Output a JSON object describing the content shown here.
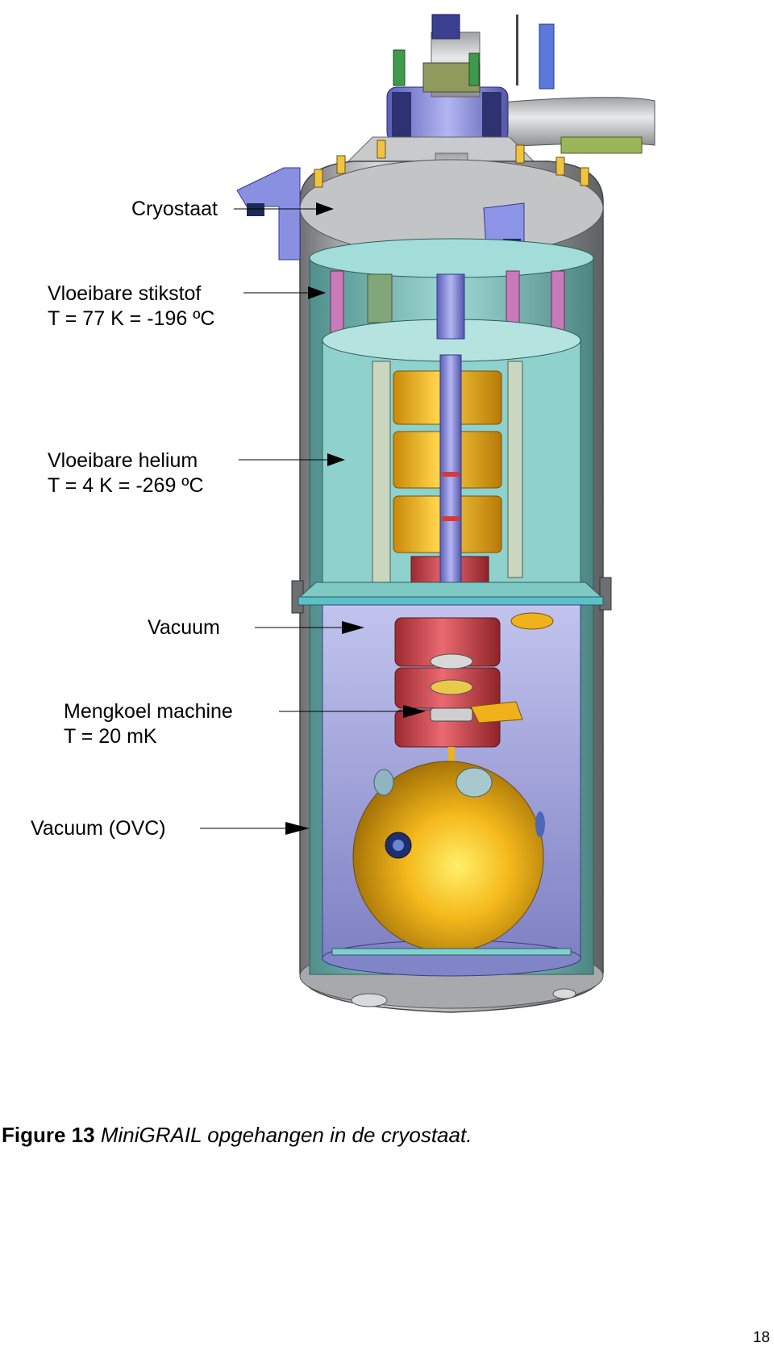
{
  "labels": {
    "cryostat": "Cryostaat",
    "nitrogen_name": "Vloeibare stikstof",
    "nitrogen_temp": "T = 77 K  = -196 ºC",
    "helium_name": "Vloeibare helium",
    "helium_temp": "T = 4 K  = -269 ºC",
    "vacuum": "Vacuum",
    "mixer_name": "Mengkoel machine",
    "mixer_temp": "T = 20 mK",
    "ovc": "Vacuum (OVC)"
  },
  "caption": {
    "number": "Figure 13",
    "text": "MiniGRAIL opgehangen in de cryostaat."
  },
  "page_number": "18",
  "colors": {
    "outer_shell": "#a9abae",
    "nitrogen_shield": "#7cc6c2",
    "helium_bath": "#8fd1cd",
    "vacuum_chamber": "#9d9fd6",
    "gold": "#f3b319",
    "copper_red": "#d6464e",
    "blue_tube": "#8f92e0",
    "pink_rod": "#c97ab8",
    "green_rod": "#83a57a",
    "arrow": "#000000"
  }
}
